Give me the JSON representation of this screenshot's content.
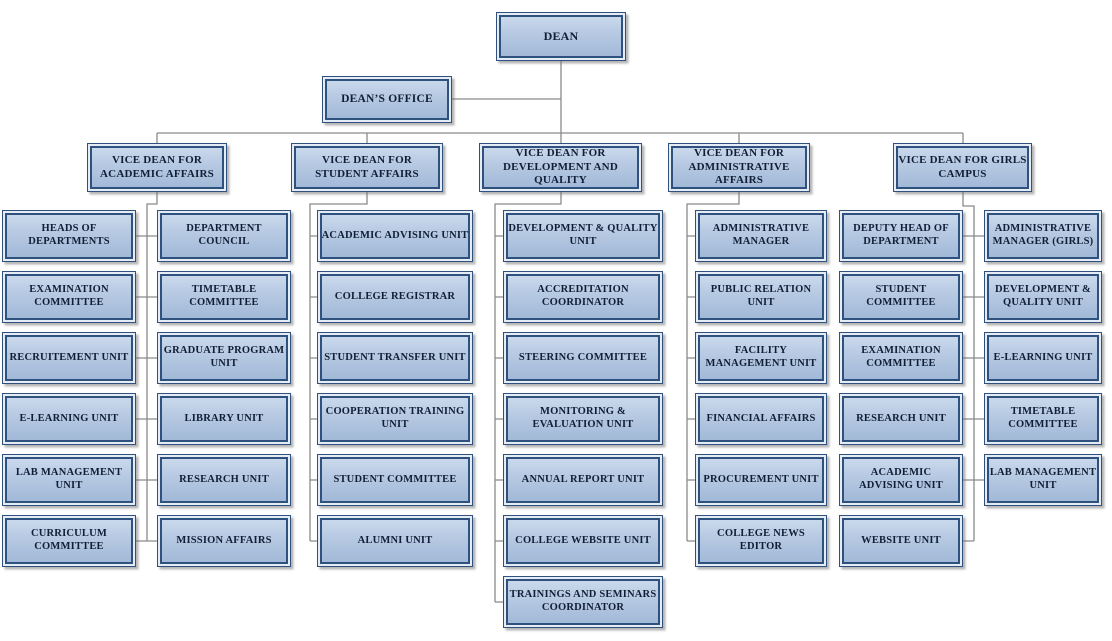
{
  "colors": {
    "box_fill_top": "#cedcee",
    "box_fill_bottom": "#9eb6d6",
    "box_border": "#2f517e",
    "box_inner_line": "#e5ecf6",
    "connector": "#8a8a8a",
    "text": "#111f36",
    "background": "#ffffff"
  },
  "org": {
    "dean": {
      "label": "DEAN"
    },
    "dean_office": {
      "label": "DEAN’S OFFICE"
    },
    "branches": [
      {
        "label": "VICE DEAN FOR ACADEMIC AFFAIRS",
        "columns": [
          {
            "units": [
              "HEADS OF DEPARTMENTS",
              "EXAMINATION COMMITTEE",
              "RECRUITEMENT UNIT",
              "E-LEARNING UNIT",
              "LAB MANAGEMENT UNIT",
              "CURRICULUM COMMITTEE"
            ]
          },
          {
            "units": [
              "DEPARTMENT COUNCIL",
              "TIMETABLE COMMITTEE",
              "GRADUATE PROGRAM UNIT",
              "LIBRARY UNIT",
              "RESEARCH UNIT",
              "MISSION AFFAIRS"
            ]
          }
        ]
      },
      {
        "label": "VICE DEAN FOR STUDENT AFFAIRS",
        "units": [
          "ACADEMIC ADVISING UNIT",
          "COLLEGE REGISTRAR",
          "STUDENT TRANSFER UNIT",
          "COOPERATION TRAINING UNIT",
          "STUDENT COMMITTEE",
          "ALUMNI UNIT"
        ]
      },
      {
        "label": "VICE DEAN FOR DEVELOPMENT AND QUALITY",
        "units": [
          "DEVELOPMENT & QUALITY UNIT",
          "ACCREDITATION COORDINATOR",
          "STEERING COMMITTEE",
          "MONITORING & EVALUATION UNIT",
          "ANNUAL REPORT UNIT",
          "COLLEGE WEBSITE UNIT",
          "TRAININGS AND SEMINARS COORDINATOR"
        ]
      },
      {
        "label": "VICE DEAN FOR ADMINISTRATIVE AFFAIRS",
        "units": [
          "ADMINISTRATIVE MANAGER",
          "PUBLIC RELATION UNIT",
          "FACILITY MANAGEMENT UNIT",
          "FINANCIAL AFFAIRS",
          "PROCUREMENT UNIT",
          "COLLEGE NEWS EDITOR"
        ]
      },
      {
        "label": "VICE DEAN FOR GIRLS CAMPUS",
        "columns": [
          {
            "units": [
              "DEPUTY HEAD OF DEPARTMENT",
              "STUDENT COMMITTEE",
              "EXAMINATION COMMITTEE",
              "RESEARCH UNIT",
              "ACADEMIC ADVISING UNIT",
              "WEBSITE UNIT"
            ]
          },
          {
            "units": [
              "ADMINISTRATIVE MANAGER (GIRLS)",
              "DEVELOPMENT & QUALITY UNIT",
              "E-LEARNING UNIT",
              "TIMETABLE COMMITTEE",
              "LAB MANAGEMENT UNIT"
            ]
          }
        ]
      }
    ]
  }
}
